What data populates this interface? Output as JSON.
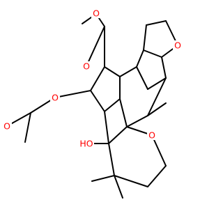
{
  "molecule": {
    "colors": {
      "bond": "#000000",
      "carbon": "#000000",
      "oxygen": "#ff0000",
      "background": "#ffffff"
    },
    "labels": {
      "ester_carbonyl_o": "O",
      "ester_ether_o": "O",
      "furan_o": "O",
      "acetate_ester_o": "O",
      "acetate_carbonyl_o": "O",
      "ketone_o": "O",
      "hydroxyl": "HO"
    }
  }
}
